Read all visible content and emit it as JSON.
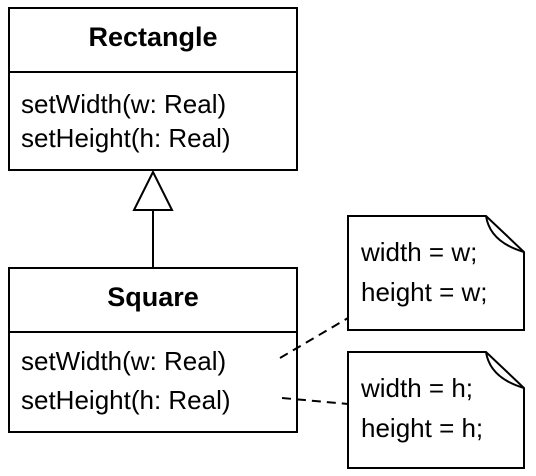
{
  "rectangle": {
    "name": "Rectangle",
    "operations": [
      "setWidth(w: Real)",
      "setHeight(h: Real)"
    ]
  },
  "square": {
    "name": "Square",
    "operations": [
      "setWidth(w: Real)",
      "setHeight(h: Real)"
    ]
  },
  "notes": [
    {
      "lines": [
        "width = w;",
        "height = w;"
      ]
    },
    {
      "lines": [
        "width = h;",
        "height = h;"
      ]
    }
  ]
}
